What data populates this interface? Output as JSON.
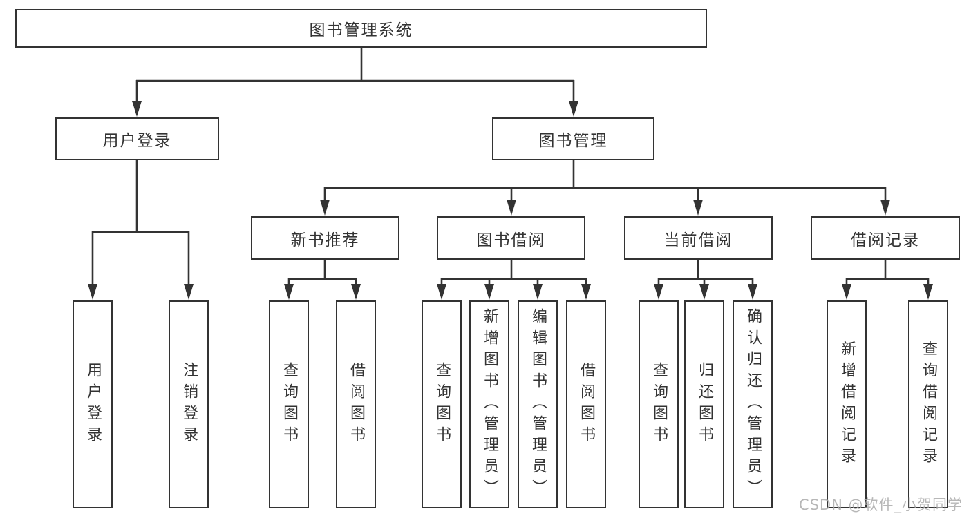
{
  "colors": {
    "line": "#333333",
    "box_border": "#333333",
    "text": "#333333",
    "background": "#ffffff",
    "watermark": "#aaaaaa"
  },
  "tree": {
    "root": {
      "label": "图书管理系统",
      "children": [
        {
          "label": "用户登录",
          "children": [
            {
              "label": "用户登录"
            },
            {
              "label": "注销登录"
            }
          ]
        },
        {
          "label": "图书管理",
          "children": [
            {
              "label": "新书推荐",
              "children": [
                {
                  "label": "查询图书"
                },
                {
                  "label": "借阅图书"
                }
              ]
            },
            {
              "label": "图书借阅",
              "children": [
                {
                  "label": "查询图书"
                },
                {
                  "label": "新增图书（管理员）"
                },
                {
                  "label": "编辑图书（管理员）"
                },
                {
                  "label": "借阅图书"
                }
              ]
            },
            {
              "label": "当前借阅",
              "children": [
                {
                  "label": "查询图书"
                },
                {
                  "label": "归还图书"
                },
                {
                  "label": "确认归还（管理员）"
                }
              ]
            },
            {
              "label": "借阅记录",
              "children": [
                {
                  "label": "新增借阅记录"
                },
                {
                  "label": "查询借阅记录"
                }
              ]
            }
          ]
        }
      ]
    }
  },
  "watermark": {
    "text": "CSDN @软件_小贺同学"
  }
}
